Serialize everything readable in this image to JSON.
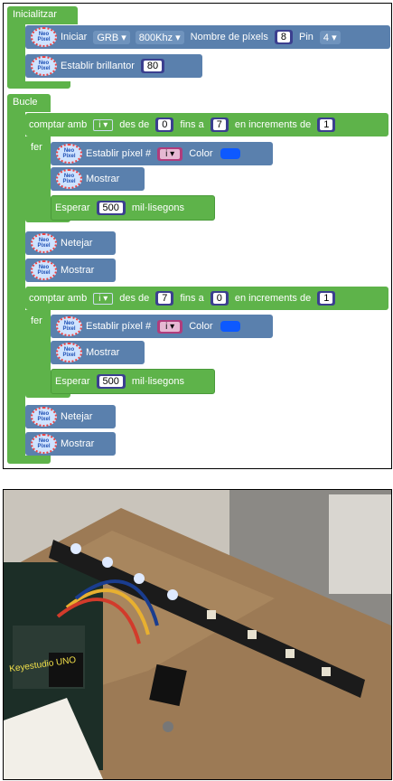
{
  "setup": {
    "title": "Inicialitzar",
    "init": {
      "label": "Iniciar",
      "order": "GRB",
      "freq": "800Khz",
      "pixels_label": "Nombre de píxels",
      "pixels": "8",
      "pin_label": "Pin",
      "pin": "4"
    },
    "brightness": {
      "label": "Establir brillantor",
      "value": "80"
    }
  },
  "loop": {
    "title": "Bucle",
    "for1": {
      "count_label": "comptar amb",
      "var": "i",
      "from_label": "des de",
      "from": "0",
      "to_label": "fins a",
      "to": "7",
      "step_label": "en increments de",
      "step": "1",
      "do_label": "fer"
    },
    "for2": {
      "count_label": "comptar amb",
      "var": "i",
      "from_label": "des de",
      "from": "7",
      "to_label": "fins a",
      "to": "0",
      "step_label": "en increments de",
      "step": "1",
      "do_label": "fer"
    },
    "set_pixel": {
      "label": "Establir píxel #",
      "var": "i",
      "color_label": "Color"
    },
    "show": "Mostrar",
    "wait": {
      "label": "Esperar",
      "value": "500",
      "unit": "mil·lisegons"
    },
    "clear": "Netejar"
  },
  "neo_icon": {
    "line1": "Neo",
    "line2": "Pixel"
  },
  "photo": {
    "board_text": "Keyestudio UNO"
  },
  "colors": {
    "block_green": "#5eb34a",
    "neopixel_blue": "#5a80ad",
    "number_navy": "#3b3f8f",
    "pixel_color": "#0d59ff"
  }
}
